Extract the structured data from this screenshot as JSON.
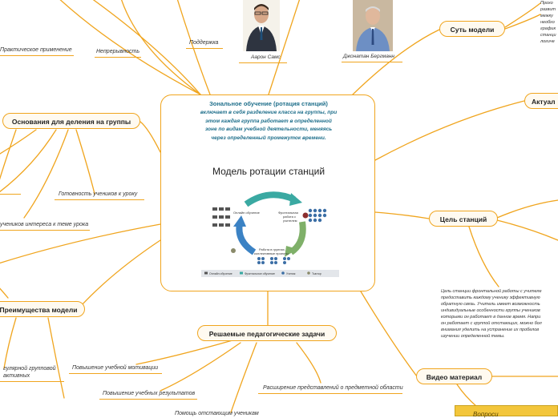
{
  "center": {
    "title": "Зональное обучение (ротация станций)",
    "description_lines": [
      "включает в себя разделение класса на группы, при",
      "этом каждая группа работает в определенной",
      "зоне по видам учебной деятельности, меняясь",
      "через определенный промежуток времени."
    ],
    "model_title": "Модель ротации станций",
    "diagram": {
      "online_label": "Онлайн обучение",
      "frontal_label_1": "Фронтальная",
      "frontal_label_2": "работа с",
      "frontal_label_3": "учителем",
      "group_label_1": "Работа в группах,",
      "group_label_2": "коллективные проекты",
      "legend": [
        "Онлайн обучение",
        "Фронтальное обучение",
        "Ученик",
        "Тьютор"
      ]
    }
  },
  "people": [
    {
      "name": "Аарон Самс"
    },
    {
      "name": "Джонатан Бергманн"
    }
  ],
  "nodes": {
    "essence": "Суть модели",
    "relevance": "Актуал",
    "goal": "Цель станций",
    "grouping": "Основания для деления на группы",
    "advantages": "Преимущества модели",
    "tasks": "Решаемые педагогические задачи",
    "video": "Видео материал"
  },
  "leaves": {
    "practical": "Практическое применение",
    "continuity": "Непрерывность",
    "support": "Поддержка",
    "readiness": "Готовность учеников к уроку",
    "interest": "учеников интереса к теме урока",
    "motivation": "Повышение учебной мотивации",
    "results": "Повышение учебных результатов",
    "knowledge": "Расширение представлений о предметной области",
    "lagging": "Помощь отстающим ученикам",
    "regular_1": "гулярной групповой",
    "regular_2": "активных"
  },
  "goal_text_lines": [
    "Цель станции фронтальной работы с учителе",
    "предоставить каждому ученику эффективную",
    "обратную связь. Учитель имеет возможность",
    "индивидуальные особенности группы учеников",
    "которыми он работает в данное время. Напри",
    "он работает с группой отстающих, можно бол",
    "внимания уделить на устранение их пробелов",
    "изучении определенной темы."
  ],
  "essence_text_lines": [
    "Прохо",
    "развит",
    "межку",
    "необхо",
    "график",
    "станци",
    "логиче"
  ],
  "video_card_text": "Вопроси"
}
